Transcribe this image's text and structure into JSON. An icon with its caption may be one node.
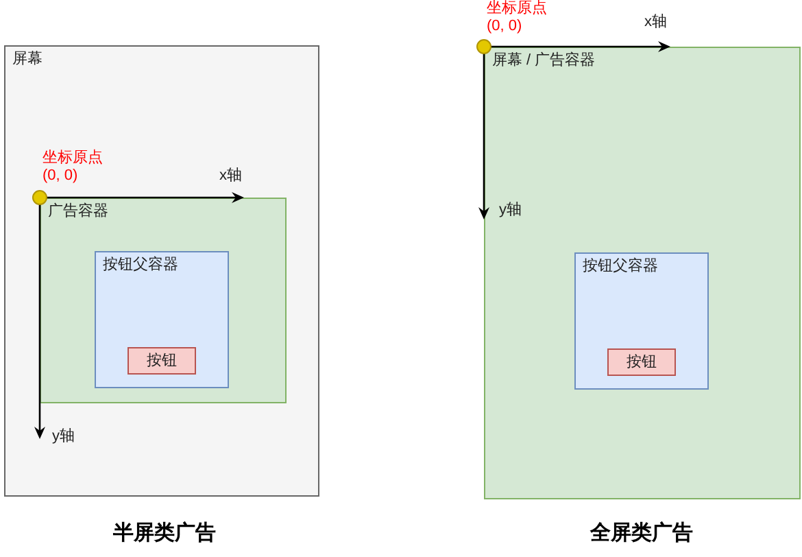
{
  "diagram": {
    "nodes": [
      {
        "text": [
          "屏幕"
        ]
      },
      {
        "text": [
          "广告容器"
        ],
        "in": 0
      },
      {
        "text": [
          "按钮父容器"
        ],
        "in": 1
      },
      {
        "text": [
          "按钮"
        ],
        "in": 2
      },
      {
        "text": [
          "屏幕 / 广告容器"
        ]
      },
      {
        "text": [
          "按钮父容器"
        ],
        "in": 4
      },
      {
        "text": [
          "按钮"
        ],
        "in": 5
      }
    ],
    "labels": [
      "坐标原点",
      "(0, 0)",
      "x轴",
      "y轴",
      "坐标原点",
      "(0, 0)",
      "x轴",
      "y轴",
      "半屏类广告",
      "全屏类广告"
    ]
  }
}
